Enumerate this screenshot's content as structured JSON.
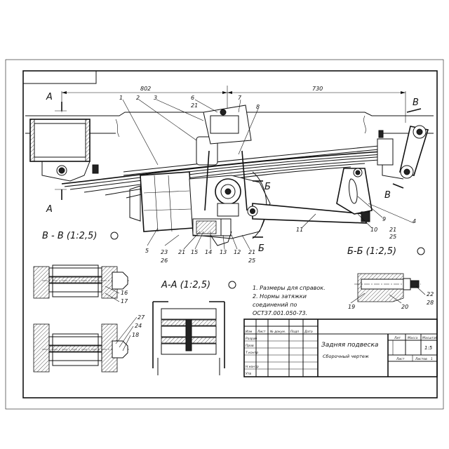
{
  "dimensions": {
    "left": "802",
    "right": "730"
  },
  "section_markers": {
    "a": "А",
    "b": "Б",
    "v": "В"
  },
  "section_titles": {
    "vv": "В - В (1:2,5)",
    "aa": "А-А (1:2,5)",
    "bb": "Б-Б (1:2,5)"
  },
  "notes": [
    "1. Размеры для справок.",
    "2. Нормы затяжки",
    "соединений по",
    "ОСТ37.001.050-73."
  ],
  "callouts": {
    "c1": "1",
    "c2": "2",
    "c3": "3",
    "c4": "4",
    "c5": "5",
    "c6": "6",
    "c7": "7",
    "c8": "8",
    "c9": "9",
    "c10": "10",
    "c11": "11",
    "c12": "12",
    "c13": "13",
    "c14": "14",
    "c15": "15",
    "c16": "16",
    "c17": "17",
    "c18": "18",
    "c19": "19",
    "c20": "20",
    "c21a": "21",
    "c21b": "21",
    "c21c": "21",
    "c21d": "21",
    "c22": "22",
    "c23": "23",
    "c24": "24",
    "c25a": "25",
    "c25b": "25",
    "c26": "26",
    "c27": "27",
    "c28": "28"
  },
  "title_block": {
    "title": "Задняя подвеска",
    "subtitle": "Сборочный чертеж",
    "lit_label": "Лит",
    "mass_label": "Масса",
    "scale_label": "Масштаб",
    "scale": "1:5",
    "sheet_label": "Лист",
    "sheets_label": "Листов",
    "sheets_count": "1",
    "rows": {
      "izm": "Изм",
      "list": "Лист",
      "doc": "№ докум.",
      "podp": "Подп",
      "data": "Дата",
      "razrab": "Разраб",
      "prov": "Пров",
      "tkontr": "Т.контр",
      "nkontr": "Н.контр",
      "utv": "Утв"
    }
  }
}
